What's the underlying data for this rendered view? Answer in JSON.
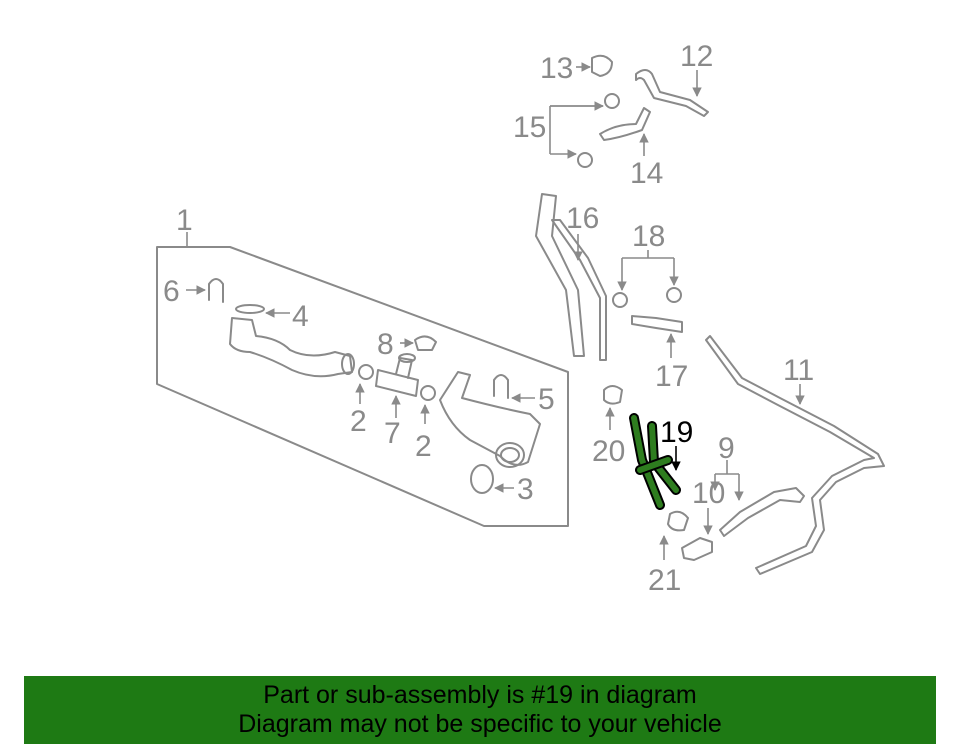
{
  "diagram": {
    "callouts": {
      "c1": "1",
      "c2a": "2",
      "c2b": "2",
      "c3": "3",
      "c4": "4",
      "c5": "5",
      "c6": "6",
      "c7": "7",
      "c8": "8",
      "c9": "9",
      "c10": "10",
      "c11": "11",
      "c12": "12",
      "c13": "13",
      "c14": "14",
      "c15": "15",
      "c16": "16",
      "c17": "17",
      "c18": "18",
      "c19": "19",
      "c20": "20",
      "c21": "21"
    },
    "highlight_color": "#2e7d1f",
    "part_color": "#8a8a8a"
  },
  "banner": {
    "line1": "Part or sub-assembly is #19 in diagram",
    "line2": "Diagram may not be specific to your vehicle",
    "background": "#1e7a14"
  }
}
